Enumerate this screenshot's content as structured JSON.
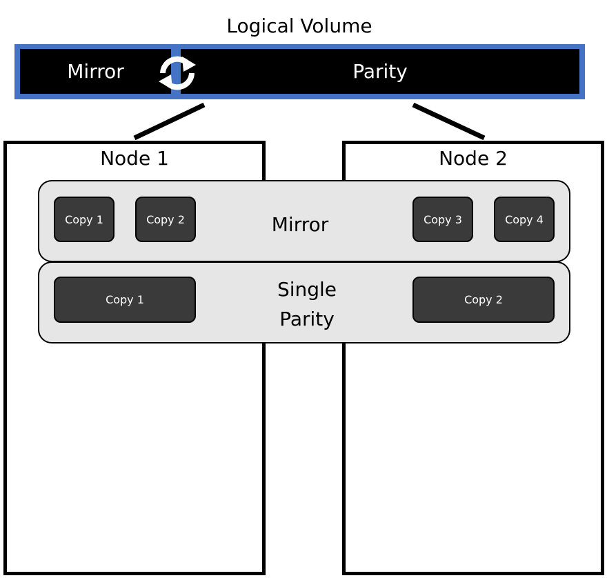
{
  "title": "Logical Volume",
  "volume": {
    "mirror_label": "Mirror",
    "parity_label": "Parity"
  },
  "icons": {
    "sync": "sync-arrows-icon"
  },
  "colors": {
    "accent": "#4472c4",
    "segment": "#000000",
    "tier": "#e6e6e6",
    "copy": "#3a3a3a"
  },
  "nodes": [
    {
      "label": "Node 1"
    },
    {
      "label": "Node 2"
    }
  ],
  "mirror_tier": {
    "label": "Mirror",
    "copies": [
      "Copy 1",
      "Copy 2",
      "Copy 3",
      "Copy 4"
    ]
  },
  "parity_tier": {
    "label_line1": "Single",
    "label_line2": "Parity",
    "copies": [
      "Copy 1",
      "Copy 2"
    ]
  }
}
